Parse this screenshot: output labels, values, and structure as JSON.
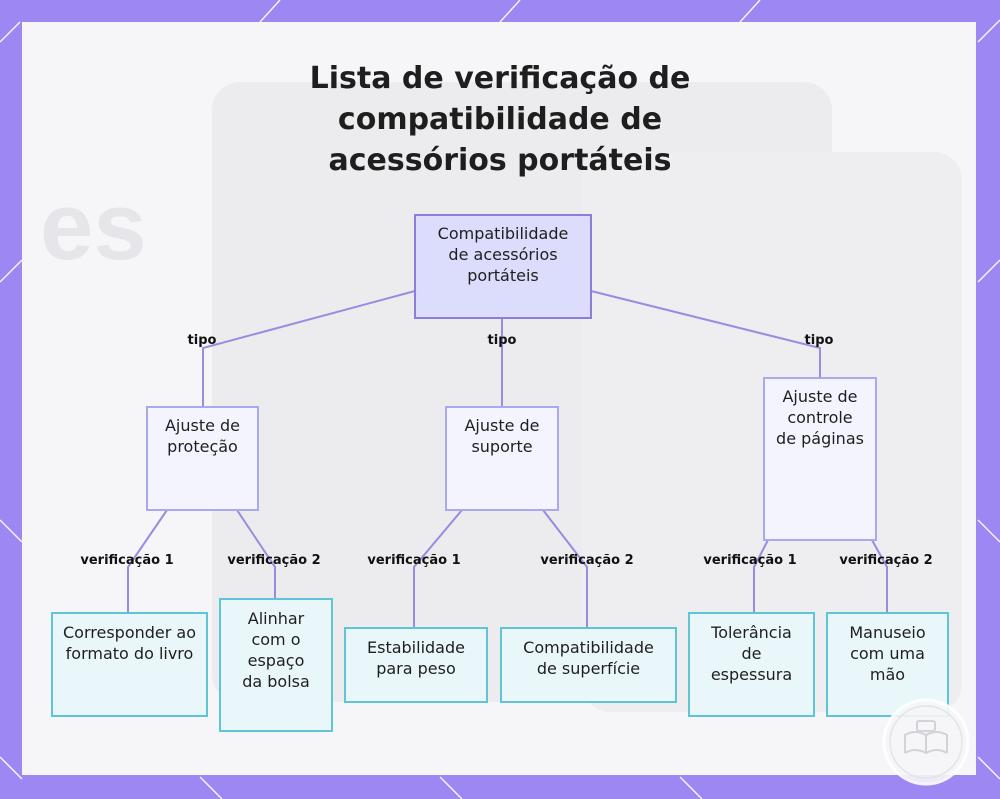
{
  "title": "Lista de verificação de compatibilidade de acessórios portáteis",
  "root": {
    "label": "Compatibilidade de acessórios portáteis"
  },
  "edge_labels": {
    "tipo": "tipo",
    "check1": "verificação 1",
    "check2": "verificação 2"
  },
  "categories": [
    {
      "label": "Ajuste de proteção",
      "items": [
        "Corresponder ao formato do livro",
        "Alinhar com o espaço da bolsa"
      ]
    },
    {
      "label": "Ajuste de suporte",
      "items": [
        "Estabilidade para peso",
        "Compatibilidade de superfície"
      ]
    },
    {
      "label": "Ajuste de controle de páginas",
      "items": [
        "Tolerância de espessura",
        "Manuseio com uma mão"
      ]
    }
  ],
  "colors": {
    "frame": "#9d87f2",
    "edge": "#9b8ae0",
    "root_fill": "#dcdcfd",
    "leaf_border": "#5fc4d6"
  },
  "logo_icon": "open-book-icon"
}
